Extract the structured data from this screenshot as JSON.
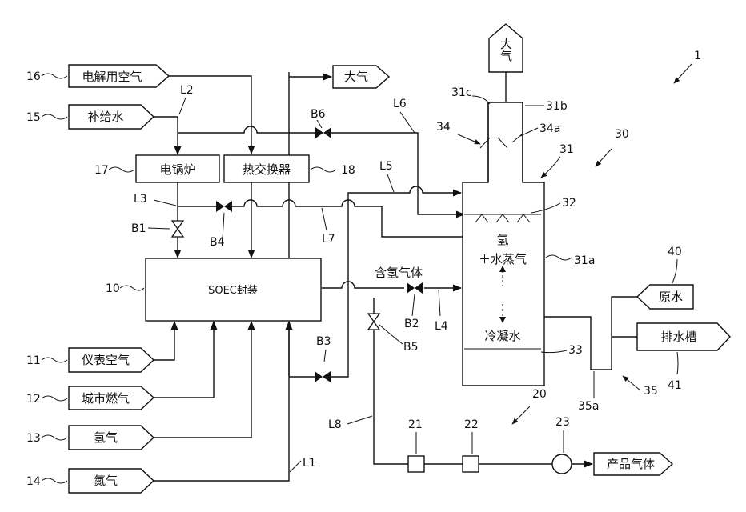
{
  "figure_ref": "1",
  "inputs": {
    "electrolysis_air": {
      "ref": "16",
      "label": "电解用空气"
    },
    "makeup_water": {
      "ref": "15",
      "label": "补给水"
    },
    "instrument_air": {
      "ref": "11",
      "label": "仪表空气"
    },
    "city_gas": {
      "ref": "12",
      "label": "城市燃气"
    },
    "hydrogen_gas": {
      "ref": "13",
      "label": "氢气"
    },
    "nitrogen_gas": {
      "ref": "14",
      "label": "氮气"
    },
    "raw_water": {
      "ref": "40",
      "label": "原水"
    }
  },
  "outputs": {
    "atmosphere_top": {
      "label": "大气"
    },
    "atmosphere_mid": {
      "label": "大气"
    },
    "drain_tank": {
      "ref": "41",
      "label": "排水槽"
    },
    "product_gas": {
      "label": "产品气体"
    }
  },
  "units": {
    "electric_boiler": {
      "ref": "17",
      "label": "电锅炉"
    },
    "heat_exchanger": {
      "ref": "18",
      "label": "热交换器"
    },
    "soec_package": {
      "ref": "10",
      "label": "SOEC封装"
    }
  },
  "lines": {
    "L1": "L1",
    "L2": "L2",
    "L3": "L3",
    "L4": "L4",
    "L5": "L5",
    "L6": "L6",
    "L7": "L7",
    "L8": "L8"
  },
  "valves": {
    "B1": "B1",
    "B2": "B2",
    "B3": "B3",
    "B4": "B4",
    "B5": "B5",
    "B6": "B6"
  },
  "separator": {
    "ref_30": "30",
    "ref_31": "31",
    "ref_31a": "31a",
    "ref_31b": "31b",
    "ref_31c": "31c",
    "ref_32": "32",
    "ref_33": "33",
    "ref_34": "34",
    "ref_34a": "34a",
    "hydrogen_label": "氢",
    "steam_label": "＋水蒸气",
    "condensate_label": "冷凝水"
  },
  "hydrogen_flow_label": "含氢气体",
  "drain": {
    "ref_35": "35",
    "ref_35a": "35a"
  },
  "product": {
    "ref_20": "20",
    "ref_21": "21",
    "ref_22": "22",
    "ref_23": "23"
  }
}
